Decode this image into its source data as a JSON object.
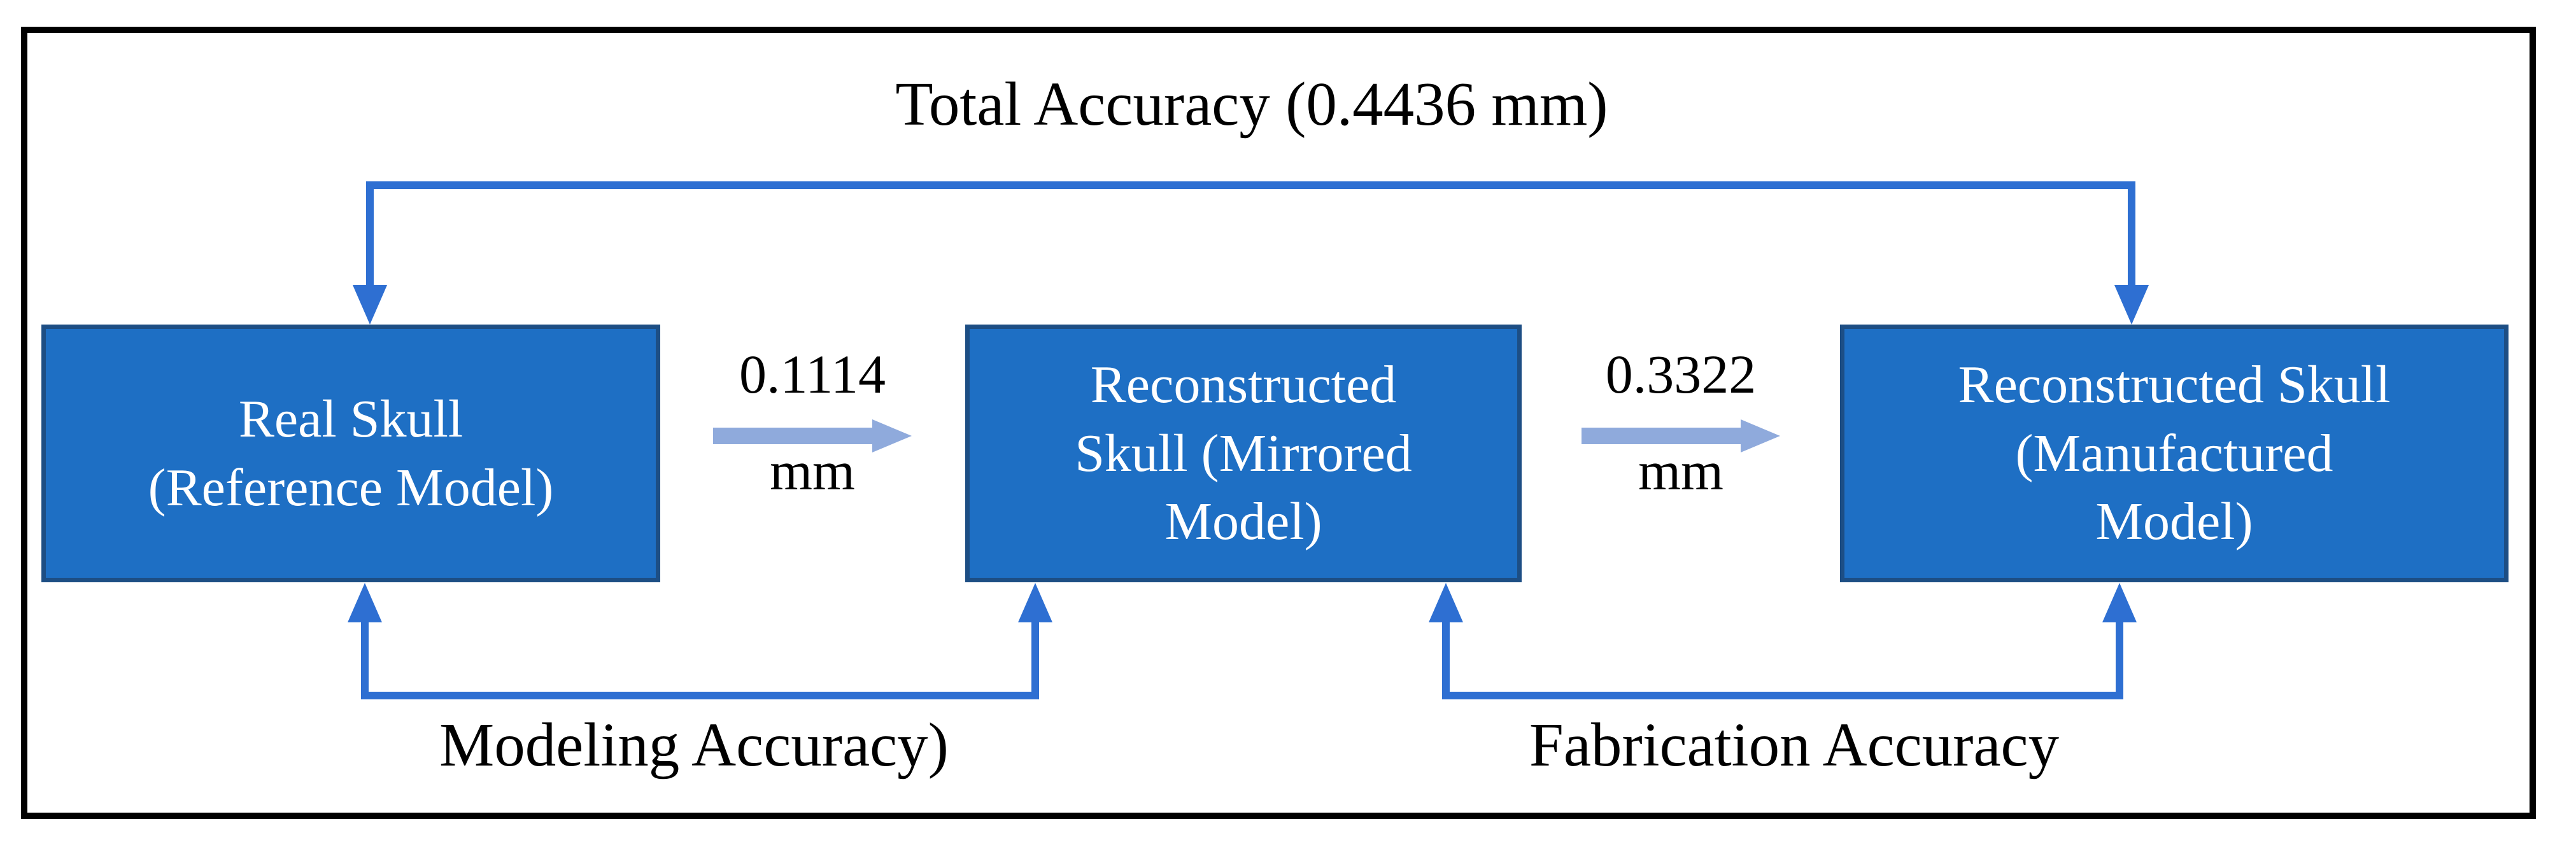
{
  "figure": {
    "title": "Total Accuracy (0.4436 mm)",
    "colors": {
      "outer_border": "#000000",
      "box_fill": "#1e6fc4",
      "box_border": "#1d4e84",
      "box_text": "#ffffff",
      "connector": "#2e6fd2",
      "flow_arrow": "#8faadc",
      "label_text": "#000000"
    }
  },
  "boxes": {
    "left": {
      "label": "Real Skull (Reference Model)",
      "lines": [
        "Real Skull",
        "(Reference Model)"
      ]
    },
    "middle": {
      "label": "Reconstructed Skull (Mirrored Model)",
      "lines": [
        "Reconstructed",
        "Skull (Mirrored",
        "Model)"
      ]
    },
    "right": {
      "label": "Reconstructed Skull (Manufactured Model)",
      "lines": [
        "Reconstructed Skull",
        "(Manufactured",
        "Model)"
      ]
    }
  },
  "flows": [
    {
      "value": "0.1114",
      "unit": "mm"
    },
    {
      "value": "0.3322",
      "unit": "mm"
    }
  ],
  "bottom_labels": {
    "modeling": "Modeling Accuracy)",
    "fabrication": "Fabrication Accuracy"
  }
}
